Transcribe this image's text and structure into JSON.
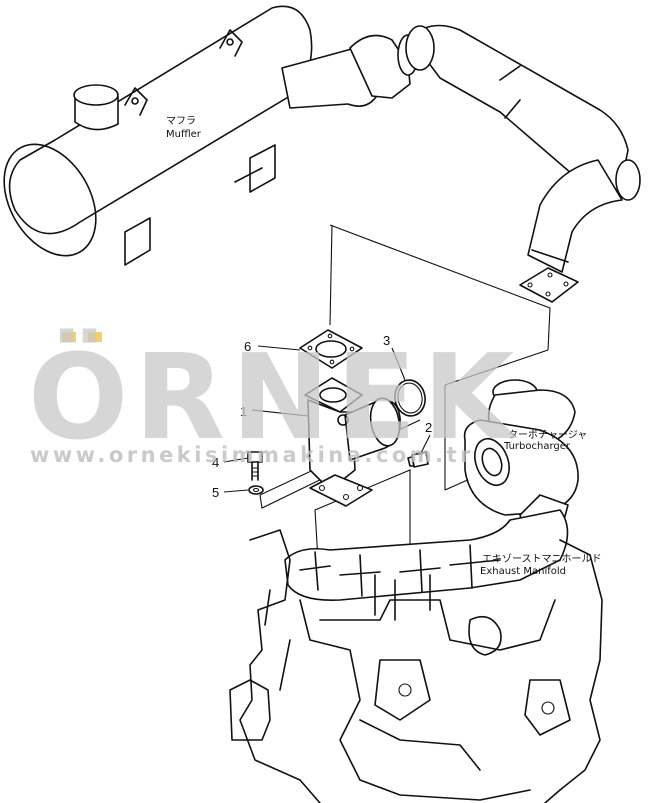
{
  "labels": {
    "muffler_jp": "マフラ",
    "muffler_en": "Muffler",
    "turbo_jp": "ターボチャージャ",
    "turbo_en": "Turbocharger",
    "manifold_jp": "エキゾーストマニホールド",
    "manifold_en": "Exhaust Manifold"
  },
  "callouts": [
    "1",
    "2",
    "3",
    "4",
    "5",
    "6"
  ],
  "watermark": {
    "brand": "ÖRNEK",
    "url": "www.ornekisimmakina.com.tr"
  }
}
